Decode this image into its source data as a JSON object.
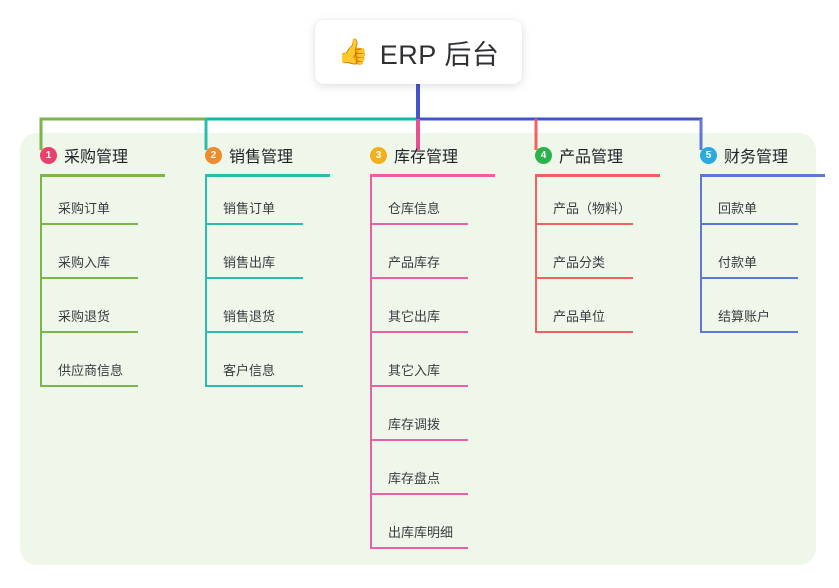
{
  "root": {
    "emoji": "👍",
    "emoji_name": "thumbs-up-emoji",
    "title": "ERP 后台"
  },
  "palette": {
    "panel_bg": "#eef7e9",
    "page_bg": "#ffffff",
    "root_stem": "#4455c7",
    "bus_left": "#7ab648",
    "bus_mid": "#14b6a4",
    "bus_right": "#4455c7",
    "center_drop": "#e8518f",
    "title_text": "#2e3033"
  },
  "columns": [
    {
      "index": "1",
      "badge": "1",
      "badge_color": "#ec3f6a",
      "line_color": "#7ab648",
      "title": "采购管理",
      "items": [
        "采购订单",
        "采购入库",
        "采购退货",
        "供应商信息"
      ]
    },
    {
      "index": "2",
      "badge": "2",
      "badge_color": "#f08b2c",
      "line_color": "#2bbcb0",
      "title": "销售管理",
      "items": [
        "销售订单",
        "销售出库",
        "销售退货",
        "客户信息"
      ]
    },
    {
      "index": "3",
      "badge": "3",
      "badge_color": "#f2b01e",
      "line_color": "#ea5fa6",
      "title": "库存管理",
      "items": [
        "仓库信息",
        "产品库存",
        "其它出库",
        "其它入库",
        "库存调拨",
        "库存盘点",
        "出库库明细"
      ]
    },
    {
      "index": "4",
      "badge": "4",
      "badge_color": "#2bb24c",
      "line_color": "#f4605e",
      "title": "产品管理",
      "items": [
        "产品（物料）",
        "产品分类",
        "产品单位"
      ]
    },
    {
      "index": "5",
      "badge": "5",
      "badge_color": "#2aaae0",
      "line_color": "#5b79d6",
      "title": "财务管理",
      "items": [
        "回款单",
        "付款单",
        "结算账户"
      ]
    }
  ]
}
